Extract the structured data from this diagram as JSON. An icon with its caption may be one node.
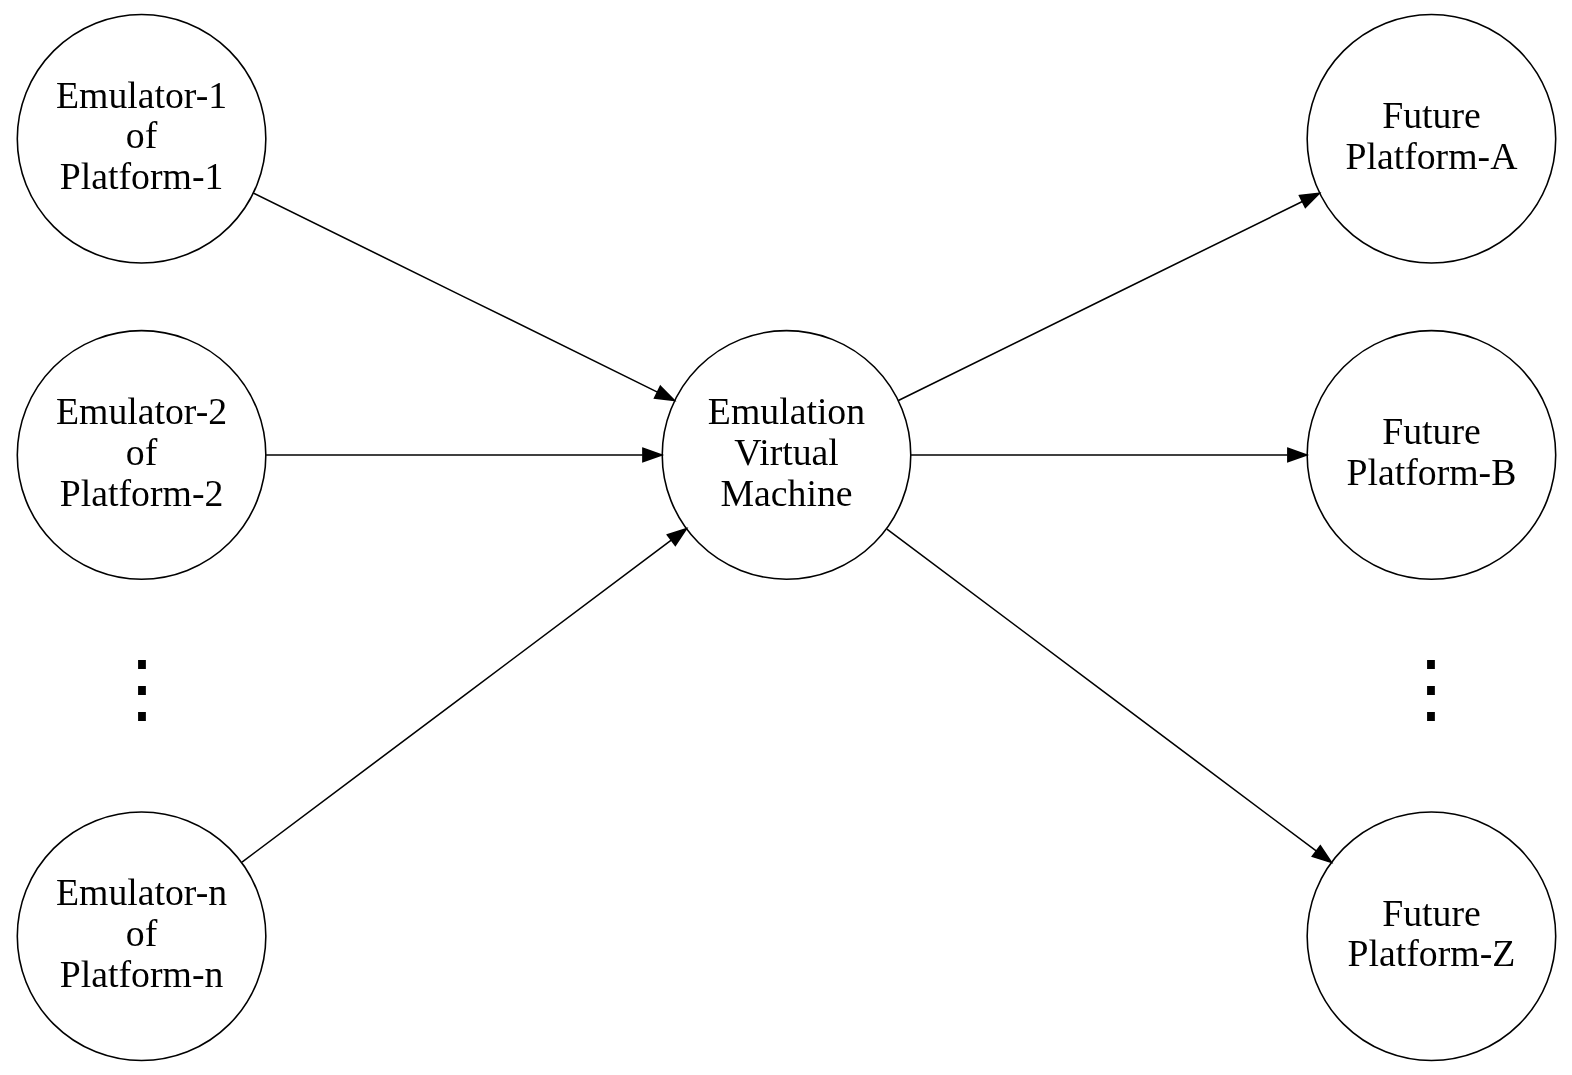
{
  "diagram": {
    "nodes": [
      {
        "text": [
          "Emulator-1 of Platform-1"
        ]
      },
      {
        "text": [
          "Emulator-2 of Platform-2"
        ]
      },
      {
        "text": [
          "Emulator-n of Platform-n"
        ]
      },
      {
        "text": [
          "Emulation Virtual Machine"
        ]
      },
      {
        "text": [
          "Future Platform-A"
        ]
      },
      {
        "text": [
          "Future Platform-B"
        ]
      },
      {
        "text": [
          "Future Platform-Z"
        ]
      }
    ],
    "edges": [
      {
        "from": 0,
        "to": 3,
        "arrow": "to"
      },
      {
        "from": 1,
        "to": 3,
        "arrow": "to"
      },
      {
        "from": 2,
        "to": 3,
        "arrow": "to"
      },
      {
        "from": 3,
        "to": 4,
        "arrow": "to"
      },
      {
        "from": 3,
        "to": 5,
        "arrow": "to"
      },
      {
        "from": 3,
        "to": 6,
        "arrow": "to"
      }
    ],
    "labels": [
      "⋮",
      "⋮"
    ]
  }
}
